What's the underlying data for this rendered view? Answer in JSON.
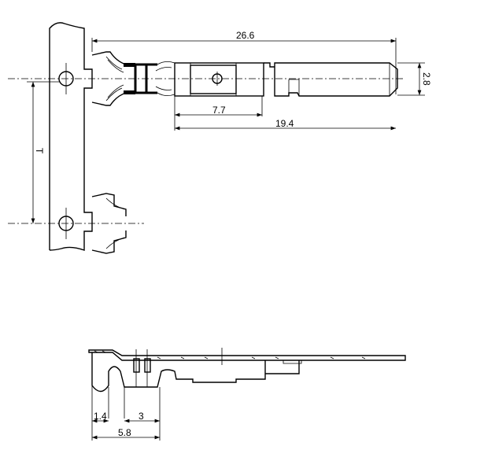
{
  "drawing": {
    "top_view": {
      "dimensions": {
        "overall_length": "26.6",
        "pin_width": "2.8",
        "box_length": "7.7",
        "body_length": "19.4",
        "pitch": "T"
      }
    },
    "side_view": {
      "dimensions": {
        "strip_offset": "1.4",
        "crimp_width": "3",
        "overall_offset": "5.8"
      }
    }
  }
}
